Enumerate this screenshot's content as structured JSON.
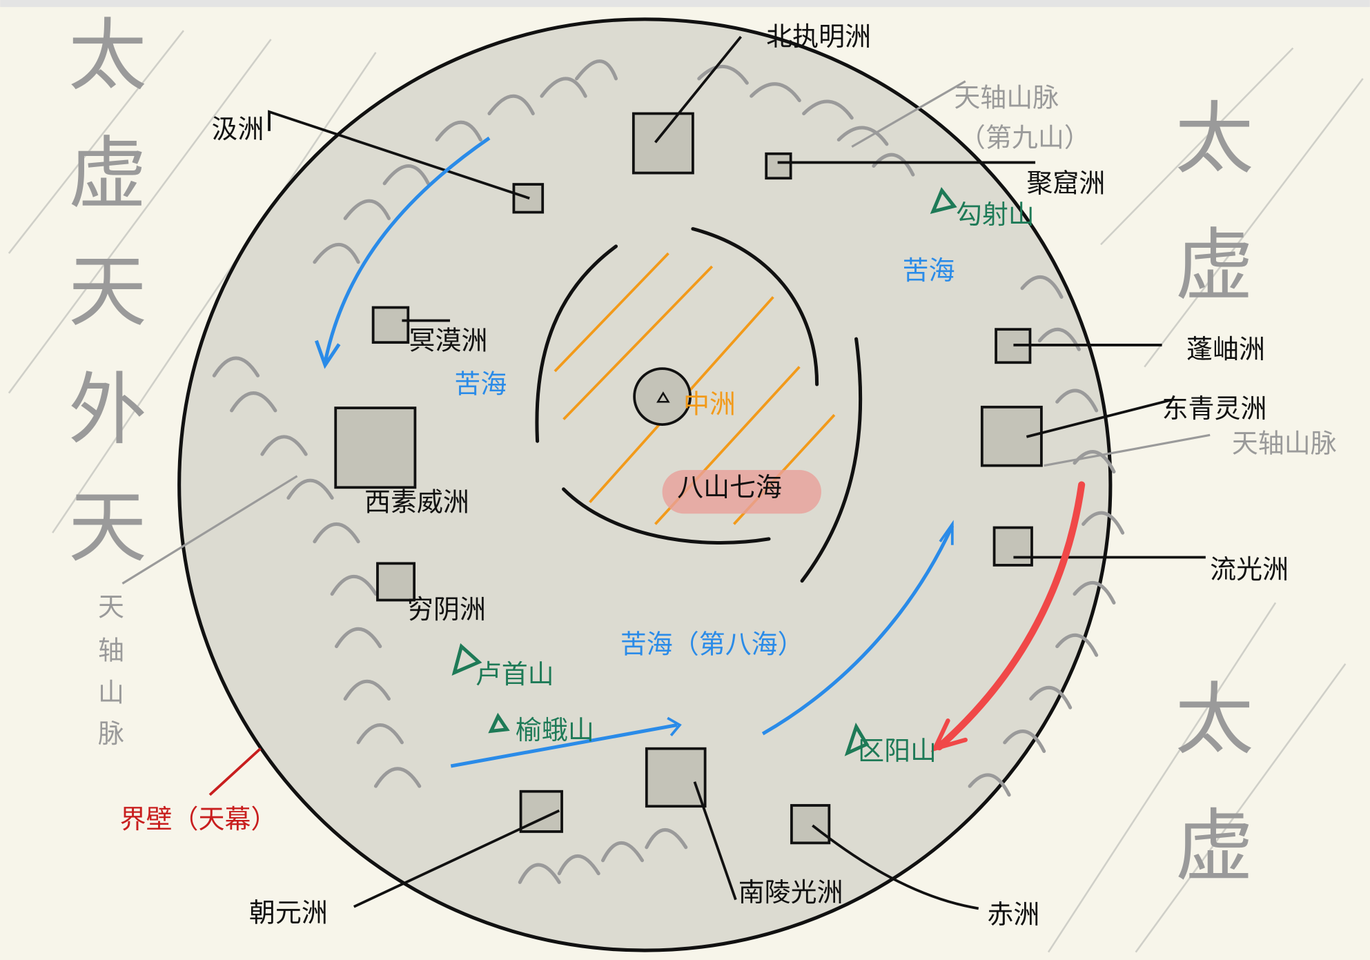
{
  "outer_labels": {
    "left_vertical": [
      "太",
      "虚",
      "天",
      "外",
      "天"
    ],
    "right_top": [
      "太",
      "虚"
    ],
    "right_bottom": [
      "太",
      "虚"
    ],
    "left_small_vertical": [
      "天",
      "轴",
      "山",
      "脉"
    ]
  },
  "continents": {
    "beizhiming": "北执明洲",
    "han": "汲洲",
    "juku": "聚窟洲",
    "mingmo": "冥漠洲",
    "xisuwei": "西素威洲",
    "qiongyin": "穷阴洲",
    "penglu": "蓬岫洲",
    "dongqingling": "东青灵洲",
    "liuguang": "流光洲",
    "chaoyuan": "朝元洲",
    "nanlingguang": "南陵光洲",
    "chi": "赤洲",
    "zhong": "中洲"
  },
  "mountains": {
    "tianzhou_ninth_line1": "天轴山脉",
    "tianzhou_ninth_line2": "（第九山）",
    "tianzhou_right": "天轴山脉",
    "goushe": "勾射山",
    "lushou": "卢首山",
    "yu_e": "榆蛾山",
    "quyang": "区阳山"
  },
  "seas": {
    "kuhai_right": "苦海",
    "kuhai_left": "苦海",
    "kuhai_eighth": "苦海（第八海）",
    "bashan_qihai": "八山七海"
  },
  "barrier": "界壁（天幕）",
  "colors": {
    "blue": "#2a8be8",
    "green": "#1e7a57",
    "red": "#f04848",
    "orange": "#f29a1a",
    "disk": "#dcdbd1",
    "bg": "#f7f5ea"
  }
}
